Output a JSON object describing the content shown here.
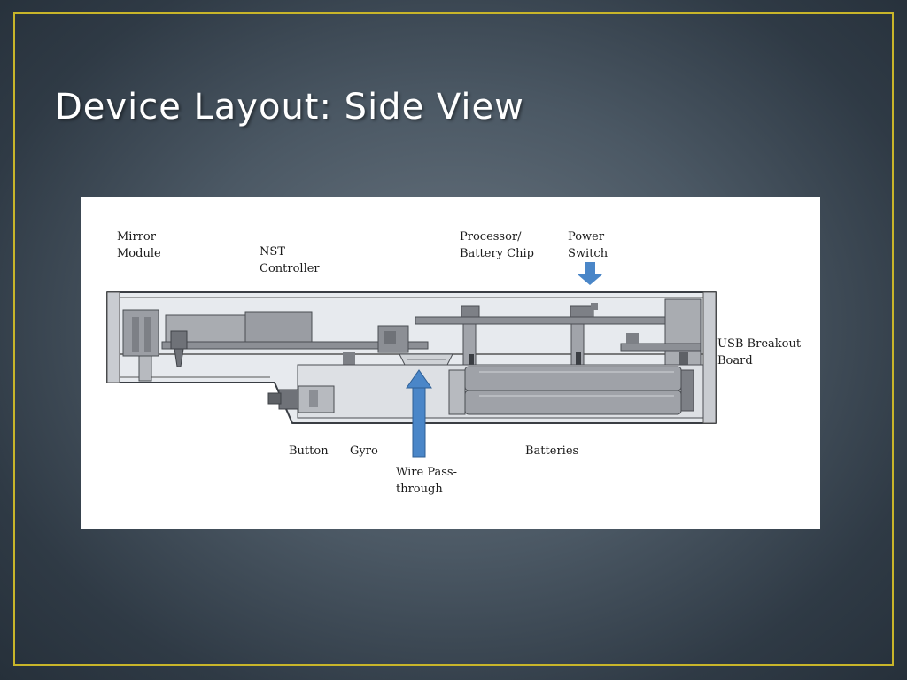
{
  "slide": {
    "title": "Device Layout: Side View",
    "frame_color": "#c8b52a"
  },
  "diagram": {
    "callout_arrow_color": "#4a86c8",
    "labels": {
      "mirror_module": [
        "Mirror",
        "Module"
      ],
      "nst_controller": [
        "NST",
        "Controller"
      ],
      "processor": [
        "Processor/",
        "Battery Chip"
      ],
      "power_switch": [
        "Power",
        "Switch"
      ],
      "usb_breakout": [
        "USB Breakout",
        "Board"
      ],
      "button": "Button",
      "gyro": "Gyro",
      "wire_pass": [
        "Wire Pass-",
        "through"
      ],
      "batteries": "Batteries"
    }
  }
}
